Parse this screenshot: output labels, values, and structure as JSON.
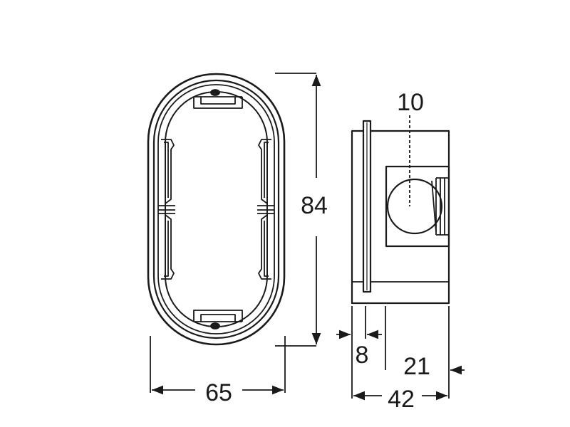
{
  "colors": {
    "stroke": "#1a1a1a",
    "background": "#ffffff"
  },
  "dimensions": {
    "height_front": "84",
    "width_front": "65",
    "depth_total": "42",
    "depth_body": "21",
    "flange": "8",
    "hole": "10"
  }
}
